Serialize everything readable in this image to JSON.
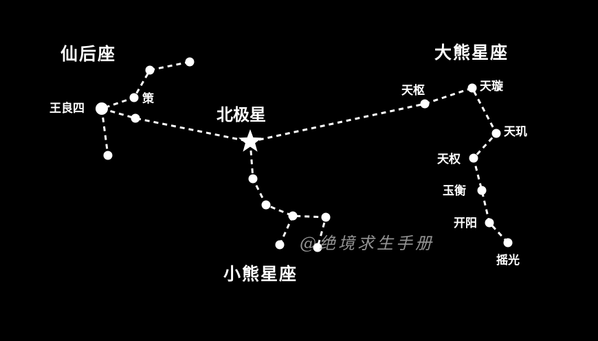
{
  "constellations": {
    "cassiopeia": "仙后座",
    "ursa_major": "大熊星座",
    "ursa_minor": "小熊星座"
  },
  "polaris": "北极星",
  "stars": {
    "wangliangsi": "王良四",
    "ce": "策",
    "tianshu": "天枢",
    "tianxuan": "天璇",
    "tianji": "天玑",
    "tianquan": "天权",
    "yuheng": "玉衡",
    "kaiyang": "开阳",
    "yaoguang": "摇光"
  },
  "watermark": "@绝境求生手册",
  "colors": {
    "background": "#000000",
    "stars": "#ffffff",
    "lines": "#ffffff"
  }
}
